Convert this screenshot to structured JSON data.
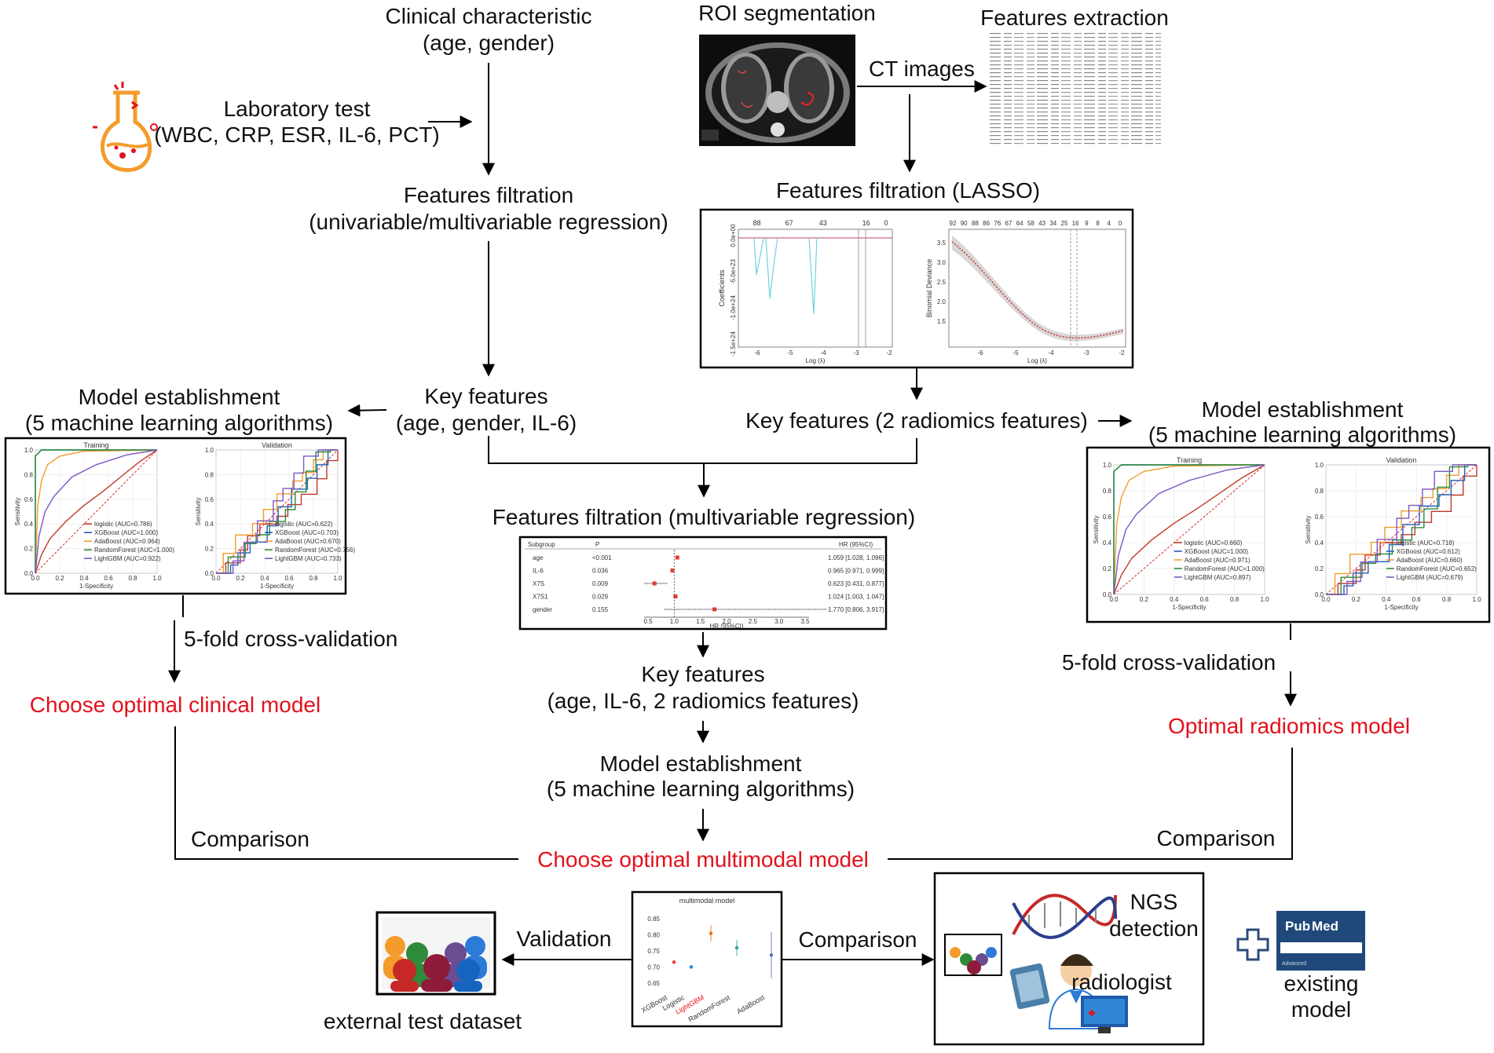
{
  "labels": {
    "clinical_1": "Clinical characteristic",
    "clinical_2": "(age, gender)",
    "lab_1": "Laboratory test",
    "lab_2": "(WBC, CRP, ESR, IL-6, PCT)",
    "roi": "ROI segmentation",
    "ct": "CT images",
    "feat_extract": "Features extraction",
    "ff_uni_1": "Features filtration",
    "ff_uni_2": "(univariable/multivariable regression)",
    "ff_lasso": "Features filtration (LASSO)",
    "key_clin_1": "Key features",
    "key_clin_2": "(age, gender, IL-6)",
    "key_rad": "Key features (2 radiomics features)",
    "model_left_1": "Model establishment",
    "model_left_2": "(5 machine learning algorithms)",
    "model_right_1": "Model establishment",
    "model_right_2": "(5 machine learning algorithms)",
    "ff_multi": "Features filtration (multivariable regression)",
    "cv_left": "5-fold cross-validation",
    "cv_right": "5-fold cross-validation",
    "optimal_clinical": "Choose optimal clinical model",
    "optimal_radiomics": "Optimal radiomics model",
    "key_mm_1": "Key features",
    "key_mm_2": "(age, IL-6, 2 radiomics features)",
    "model_mid_1": "Model establishment",
    "model_mid_2": "(5 machine learning algorithms)",
    "comparison_left": "Comparison",
    "comparison_right": "Comparison",
    "optimal_multimodal": "Choose optimal multimodal model",
    "validation": "Validation",
    "comparison_bottom": "Comparison",
    "external": "external test dataset",
    "ngs_1": "NGS",
    "ngs_2": "detection",
    "radiologist": "radiologist",
    "existing_1": "existing",
    "existing_2": "model",
    "pubmed_a": "Pub",
    "pubmed_b": "Med",
    "pubmed_adv": "Advanced"
  },
  "colors": {
    "highlight": "#e3111b",
    "logistic": "#c0392b",
    "xgboost": "#1f5fbf",
    "adaboost": "#f39c2b",
    "randomforest": "#2e8b3a",
    "lightgbm": "#7e57c2",
    "pubmed": "#20497a"
  },
  "lasso": {
    "coef_top_ticks": [
      "88",
      "67",
      "43",
      "16",
      "0"
    ],
    "coef_y_ticks": [
      "0.0e+00",
      "-5.0e+23",
      "-1.0e+24",
      "-1.5e+24"
    ],
    "coef_y_label": "Coefficients",
    "coef_x_ticks": [
      "-6",
      "-5",
      "-4",
      "-3",
      "-2"
    ],
    "coef_x_label": "Log (λ)",
    "dev_top_ticks": [
      "92",
      "90",
      "88",
      "86",
      "76",
      "67",
      "64",
      "58",
      "43",
      "34",
      "25",
      "16",
      "9",
      "8",
      "4",
      "0"
    ],
    "dev_y_ticks": [
      "3.5",
      "3.0",
      "2.5",
      "2.0",
      "1.5"
    ],
    "dev_y_label": "Binomial Deviance",
    "dev_x_ticks": [
      "-6",
      "-5",
      "-4",
      "-3",
      "-2"
    ],
    "dev_x_label": "Log (λ)"
  },
  "forest": {
    "headers": {
      "subgroup": "Subgroup",
      "p": "P",
      "hr": "HR (95%CI)"
    },
    "rows": [
      {
        "name": "age",
        "p": "<0.001",
        "hr": "1.059 [1.028, 1.096]",
        "est": 1.059,
        "lo": 1.028,
        "hi": 1.096
      },
      {
        "name": "IL-6",
        "p": "0.036",
        "hr": "0.965 [0.971, 0.999]",
        "est": 0.965,
        "lo": 0.971,
        "hi": 0.999
      },
      {
        "name": "X7S",
        "p": "0.009",
        "hr": "0.623 [0.431, 0.877]",
        "est": 0.623,
        "lo": 0.431,
        "hi": 0.877
      },
      {
        "name": "X7S1",
        "p": "0.029",
        "hr": "1.024 [1.003, 1.047]",
        "est": 1.024,
        "lo": 1.003,
        "hi": 1.047
      },
      {
        "name": "gender",
        "p": "0.155",
        "hr": "1.770 [0.806, 3.917]",
        "est": 1.77,
        "lo": 0.806,
        "hi": 3.917
      }
    ],
    "x_ticks": [
      "0.5",
      "1.0",
      "1.5",
      "2.0",
      "2.5",
      "3.0",
      "3.5"
    ],
    "x_label": "HR (95%CI)"
  },
  "roc_clinical": {
    "axis_ticks": [
      "0.0",
      "0.2",
      "0.4",
      "0.6",
      "0.8",
      "1.0"
    ],
    "x_label": "1-Specificity",
    "y_label": "Sensitivity",
    "training": {
      "title": "Training",
      "legend": [
        "logistic (AUC=0.786)",
        "XGBoost (AUC=1.000)",
        "AdaBoost (AUC=0.964)",
        "RandomForest (AUC=1.000)",
        "LightGBM (AUC=0.922)"
      ]
    },
    "validation": {
      "title": "Validation",
      "legend": [
        "logistic (AUC=0.622)",
        "XGBoost (AUC=0.703)",
        "AdaBoost (AUC=0.670)",
        "RandomForest (AUC=0.756)",
        "LightGBM (AUC=0.733)"
      ]
    }
  },
  "roc_radiomics": {
    "axis_ticks": [
      "0.0",
      "0.2",
      "0.4",
      "0.6",
      "0.8",
      "1.0"
    ],
    "x_label": "1-Specificity",
    "y_label": "Sensitivity",
    "training": {
      "title": "Training",
      "legend": [
        "logistic (AUC=0.660)",
        "XGBoost (AUC=1.000)",
        "AdaBoost (AUC=0.971)",
        "RandomForest (AUC=1.000)",
        "LightGBM (AUC=0.897)"
      ]
    },
    "validation": {
      "title": "Validation",
      "legend": [
        "logistic (AUC=0.718)",
        "XGBoost (AUC=0.612)",
        "AdaBoost (AUC=0.660)",
        "RandomForest (AUC=0.652)",
        "LightGBM (AUC=0.679)"
      ]
    }
  },
  "chart_data": {
    "type": "scatter",
    "title": "multimodal model",
    "categories": [
      "XGBoost",
      "Logistic",
      "LightGBM",
      "RandomForest",
      "AdaBoost"
    ],
    "highlight_category": "LightGBM",
    "y_ticks": [
      "0.85",
      "0.80",
      "0.75",
      "0.70",
      "0.65"
    ],
    "ylim": [
      0.63,
      0.87
    ],
    "values": [
      0.715,
      0.7,
      0.805,
      0.76,
      0.737
    ],
    "lower": [
      0.713,
      0.694,
      0.78,
      0.735,
      0.665
    ],
    "upper": [
      0.717,
      0.706,
      0.83,
      0.785,
      0.81
    ],
    "point_colors": [
      "#e53935",
      "#1e88e5",
      "#ef6c00",
      "#26a69a",
      "#5c6bc0"
    ]
  }
}
